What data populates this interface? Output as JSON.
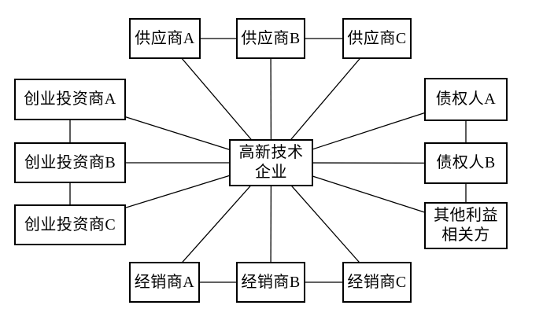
{
  "diagram": {
    "title": "stakeholder-relationship-diagram",
    "colors": {
      "background": "#ffffff",
      "box_fill": "#ffffff",
      "box_border": "#000000",
      "line": "#000000",
      "text": "#000000"
    },
    "center": {
      "label": "高新技术\n企业"
    },
    "suppliers": [
      {
        "label": "供应商A"
      },
      {
        "label": "供应商B"
      },
      {
        "label": "供应商C"
      }
    ],
    "investors": [
      {
        "label": "创业投资商A"
      },
      {
        "label": "创业投资商B"
      },
      {
        "label": "创业投资商C"
      }
    ],
    "creditors": [
      {
        "label": "债权人A"
      },
      {
        "label": "债权人B"
      }
    ],
    "other_stakeholder": {
      "label": "其他利益\n相关方"
    },
    "dealers": [
      {
        "label": "经销商A"
      },
      {
        "label": "经销商B"
      },
      {
        "label": "经销商C"
      }
    ]
  }
}
